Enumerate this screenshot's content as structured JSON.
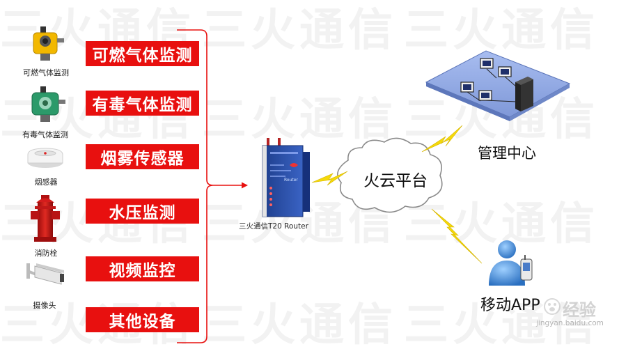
{
  "watermark": "三火通信",
  "sensors": [
    {
      "label": "可燃气体监测",
      "caption": "可燃气体监测",
      "icon": "gas-detector-icon"
    },
    {
      "label": "有毒气体监测",
      "caption": "有毒气体监测",
      "icon": "toxic-gas-detector-icon"
    },
    {
      "label": "烟雾传感器",
      "caption": "烟感器",
      "icon": "smoke-detector-icon"
    },
    {
      "label": "水压监测",
      "caption": "消防栓",
      "icon": "fire-hydrant-icon"
    },
    {
      "label": "视频监控",
      "caption": "摄像头",
      "icon": "camera-icon"
    },
    {
      "label": "其他设备",
      "caption": "",
      "icon": ""
    }
  ],
  "router": {
    "caption": "三火通信T20 Router",
    "panel_text": "Router"
  },
  "cloud": {
    "label": "火云平台"
  },
  "management": {
    "label": "管理中心",
    "icon": "computer-network-icon"
  },
  "mobile": {
    "label": "移动APP",
    "icon": "mobile-user-icon"
  },
  "site_watermark": {
    "brand": "经验",
    "url": "jingyan.baidu.com"
  },
  "colors": {
    "label_red": "#e8100f",
    "bracket_red": "#e8100f",
    "lightning": "#f5d90a",
    "platform_blue": "#8fa8e0"
  }
}
